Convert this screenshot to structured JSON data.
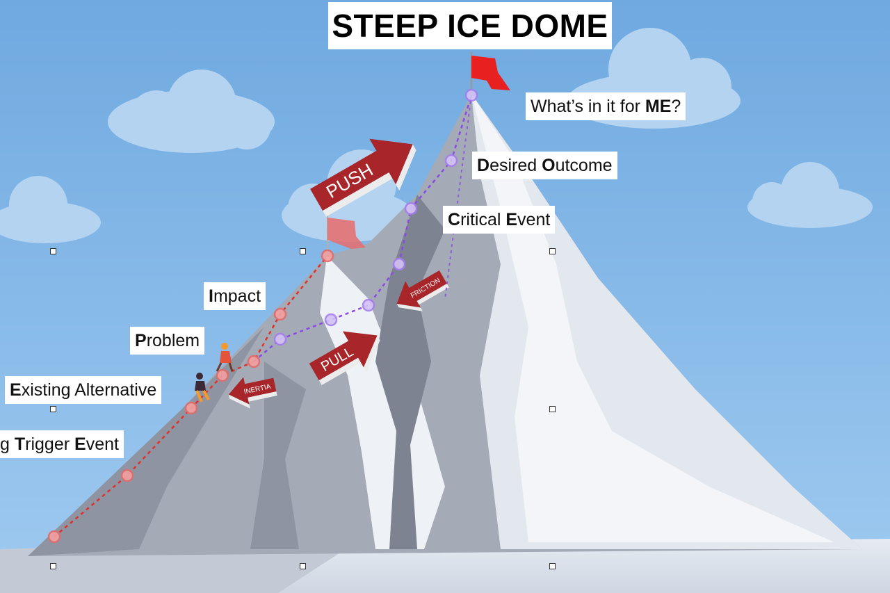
{
  "title": "STEEP ICE DOME",
  "labels": {
    "me": {
      "pre": "What’s in it for ",
      "bold": "ME",
      "post": "?"
    },
    "desired_outcome": {
      "b1": "D",
      "t1": "esired ",
      "b2": "O",
      "t2": "utcome"
    },
    "critical_event": {
      "b1": "C",
      "t1": "ritical ",
      "b2": "E",
      "t2": "vent"
    },
    "impact": {
      "b1": "I",
      "t1": "mpact"
    },
    "problem": {
      "b1": "P",
      "t1": "roblem"
    },
    "existing_alternative": {
      "b1": "E",
      "t1": "xisting Alternative"
    },
    "trigger_event": {
      "t0": "g ",
      "b1": "T",
      "t1": "rigger ",
      "b2": "E",
      "t2": "vent"
    }
  },
  "arrows": {
    "push": "PUSH",
    "pull": "PULL",
    "friction": "FRICTION",
    "inertia": "INERTIA"
  },
  "colors": {
    "sky": "#7fb6e6",
    "cloud": "#b3d3f1",
    "flag": "#e8201f",
    "arrow": "#a8262a",
    "red_path": "#e0302b",
    "purple_path": "#8a48e6"
  }
}
